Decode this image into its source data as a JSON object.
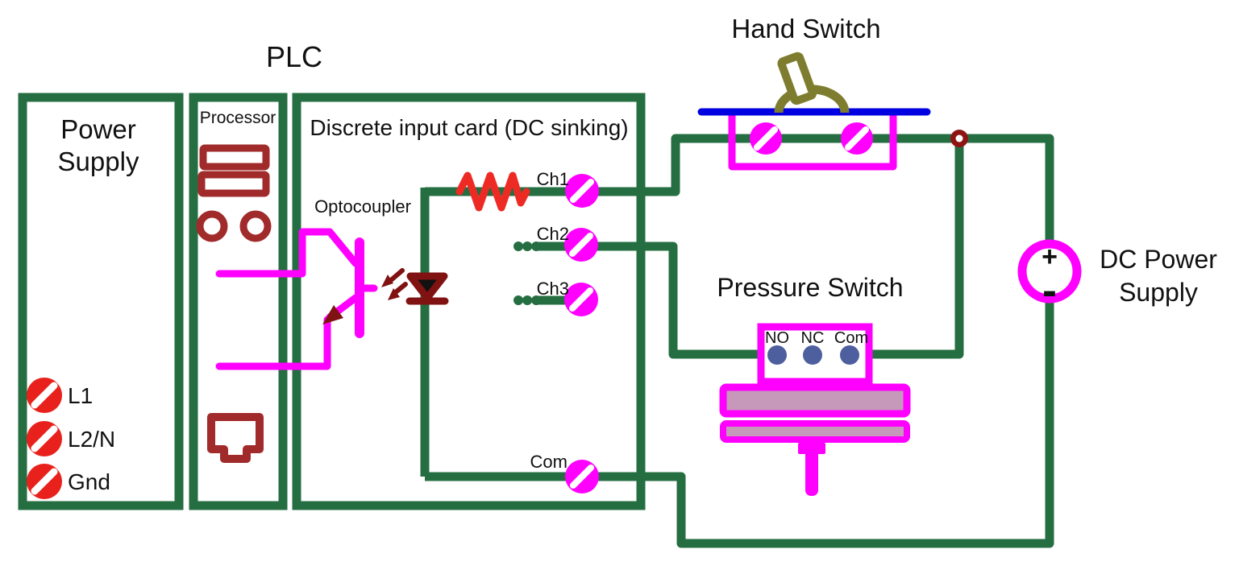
{
  "diagram": {
    "plc_label": "PLC",
    "power_supply": {
      "line1": "Power",
      "line2": "Supply",
      "terminals": [
        "L1",
        "L2/N",
        "Gnd"
      ]
    },
    "processor": {
      "label": "Processor"
    },
    "input_card": {
      "title": "Discrete input card (DC sinking)",
      "optocoupler_label": "Optocoupler",
      "channels": [
        "Ch1",
        "Ch2",
        "Ch3"
      ],
      "common_label": "Com"
    },
    "hand_switch": {
      "label": "Hand Switch"
    },
    "pressure_switch": {
      "label": "Pressure Switch",
      "terminals": [
        "NO",
        "NC",
        "Com"
      ]
    },
    "dc_power_supply": {
      "line1": "DC Power",
      "line2": "Supply",
      "plus": "+",
      "minus": "-"
    },
    "colors": {
      "wire_green": "#256e42",
      "magenta": "#ff00ff",
      "component_dark_red": "#a12b2b",
      "led_maroon": "#801212",
      "junction_maroon": "#8e1414",
      "terminal_red": "#e8211c",
      "resistor_red": "#ed2b24",
      "switch_blue": "#0000e0",
      "lever_olive": "#7e7d2f",
      "contact_blue": "#4d5f9e",
      "diaphragm_pink": "#c698ba"
    }
  }
}
